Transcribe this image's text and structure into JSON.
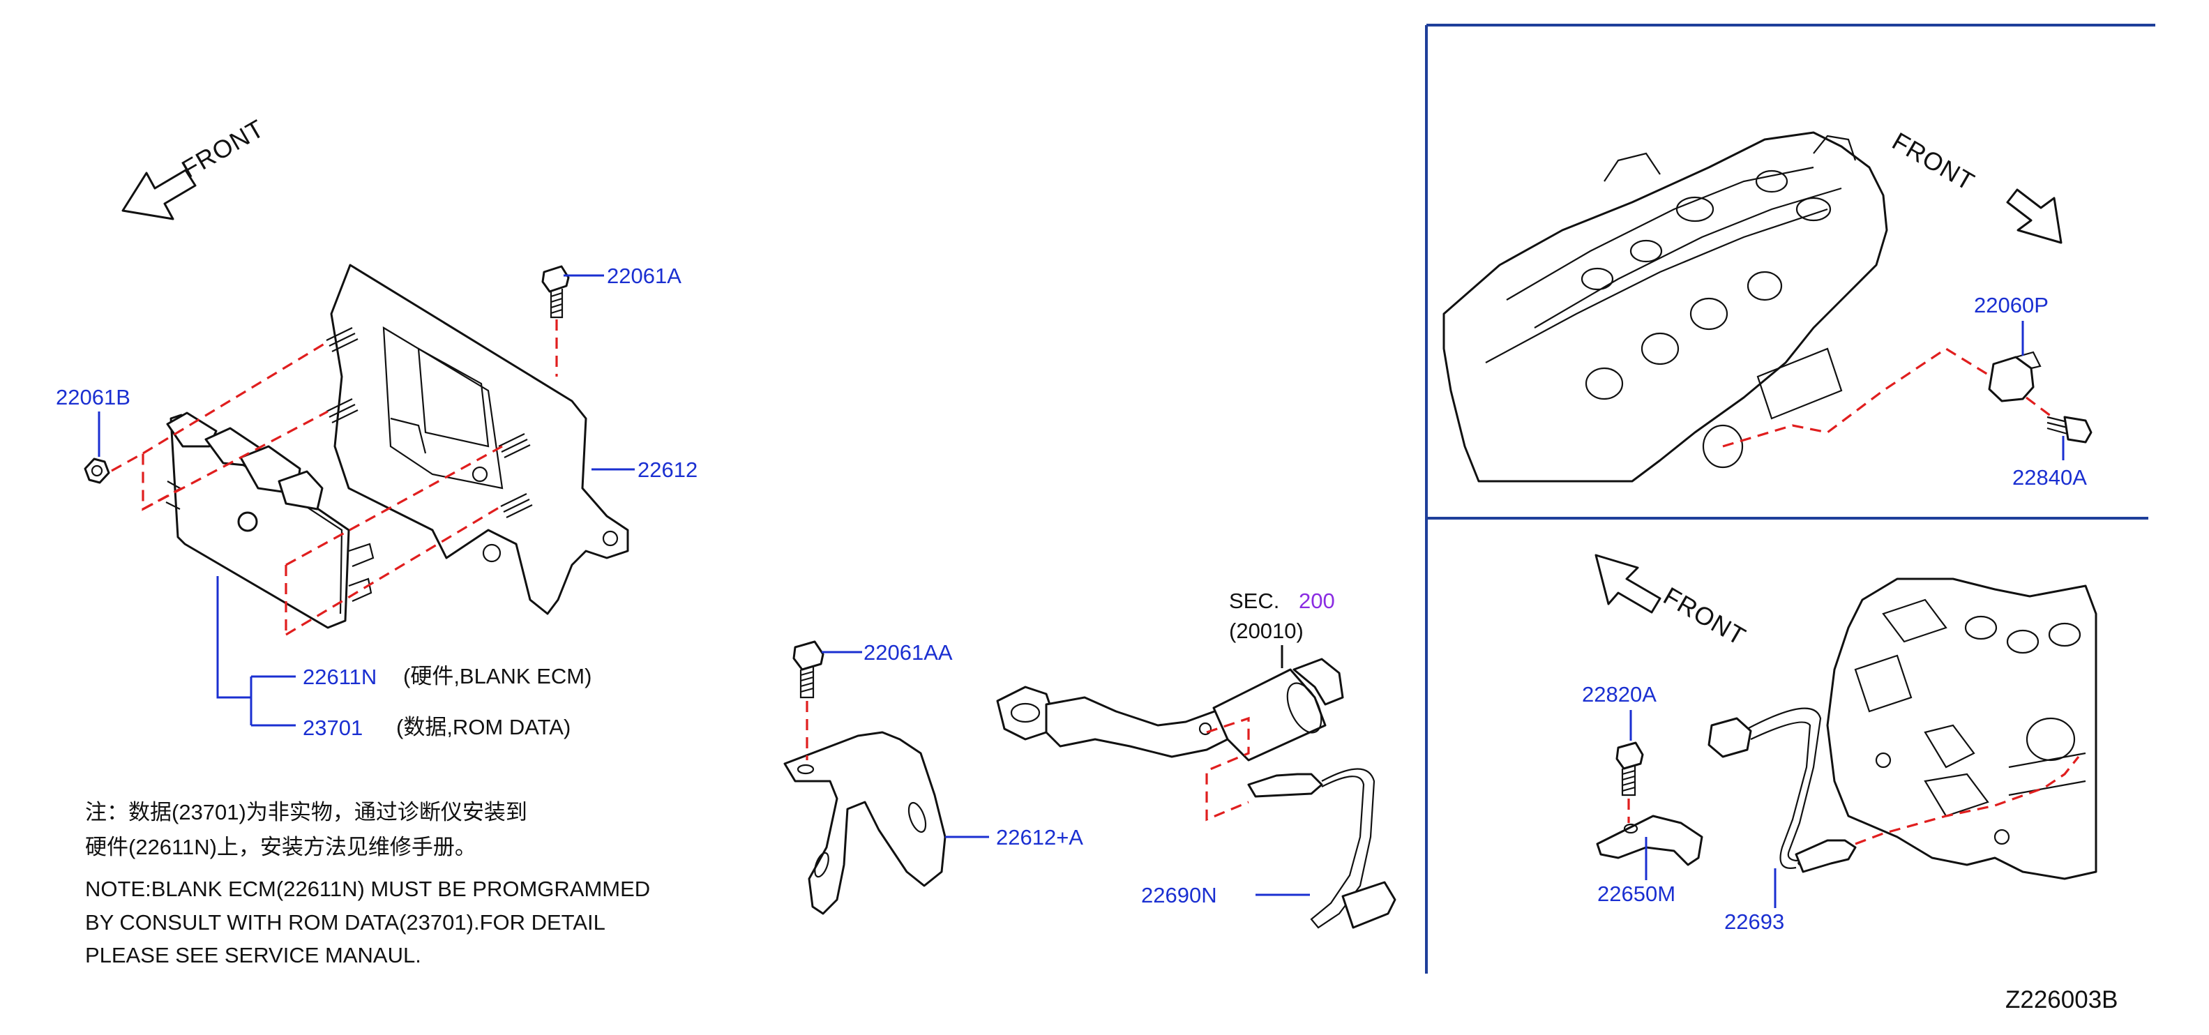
{
  "diagram_id": "Z226003B",
  "front_label": "FRONT",
  "section": {
    "prefix": "SEC.",
    "number": "200",
    "code": "(20010)"
  },
  "part_numbers": {
    "p22061A": "22061A",
    "p22061B": "22061B",
    "p22612": "22612",
    "p22611N": "22611N",
    "p23701": "23701",
    "p22061AA": "22061AA",
    "p22612A": "22612+A",
    "p22690N": "22690N",
    "p22060P": "22060P",
    "p22840A": "22840A",
    "p22820A": "22820A",
    "p22650M": "22650M",
    "p22693": "22693"
  },
  "part_descriptions": {
    "ecm": "(硬件,BLANK   ECM)",
    "rom": "(数据,ROM   DATA)"
  },
  "note_cn": [
    "注：数据(23701)为非实物，通过诊断仪安装到",
    "硬件(22611N)上，安装方法见维修手册。"
  ],
  "note_en": [
    "NOTE:BLANK  ECM(22611N)  MUST  BE  PROMGRAMMED",
    "BY  CONSULT  WITH  ROM  DATA(23701).FOR  DETAIL",
    "PLEASE  SEE  SERVICE  MANAUL."
  ],
  "colors": {
    "part_number": "#1a2fd1",
    "leader": "#1a2fd1",
    "dashed": "#e01e1e",
    "frame": "#1f3f9a",
    "section_number": "#8a2be2",
    "ink": "#111111"
  }
}
